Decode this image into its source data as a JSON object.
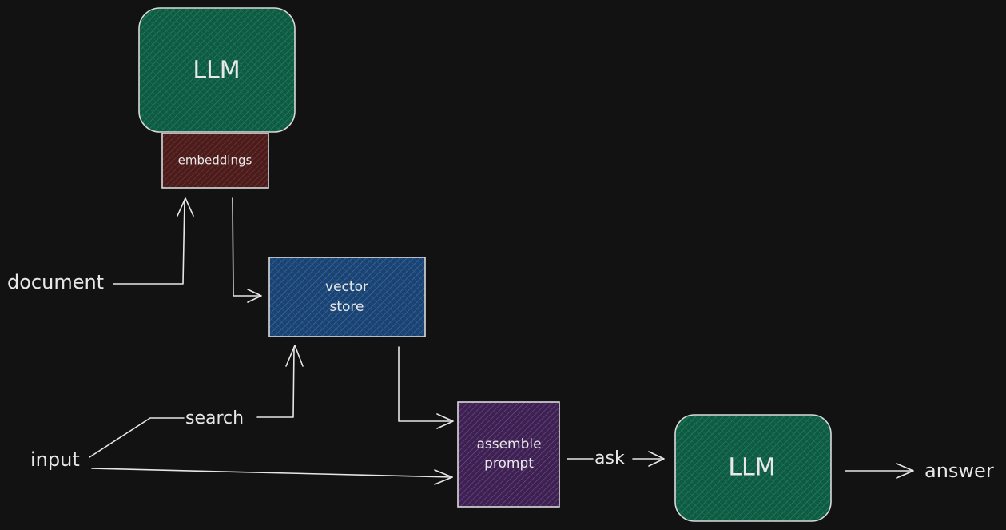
{
  "colors": {
    "background": "#121212",
    "stroke": "#e6e6e6",
    "llm_fill": "#0f5a42",
    "embeddings_fill": "#5a2424",
    "vector_store_fill": "#1d4b7a",
    "assemble_prompt_fill": "#4a2a5e"
  },
  "nodes": {
    "llm_top": {
      "label": "LLM"
    },
    "embeddings": {
      "label": "embeddings"
    },
    "vector_store": {
      "line1": "vector",
      "line2": "store"
    },
    "assemble_prompt": {
      "line1": "assemble",
      "line2": "prompt"
    },
    "llm_bottom": {
      "label": "LLM"
    }
  },
  "labels": {
    "document": "document",
    "input": "input",
    "search": "search",
    "ask": "ask",
    "answer": "answer"
  }
}
